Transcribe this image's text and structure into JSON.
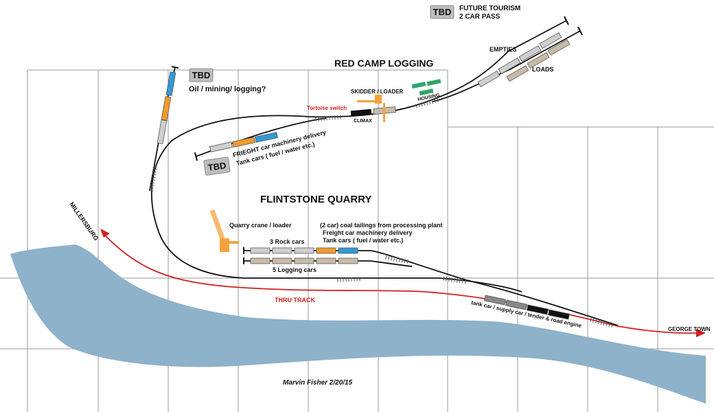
{
  "colors": {
    "track": "#111111",
    "thru_track": "#d21f1f",
    "water": "#8eb2c9",
    "grid": "#9a9a9a",
    "car_gray": "#cfcfcf",
    "car_tan": "#c8bca8",
    "car_blue": "#3399d6",
    "car_orange": "#f29a2e",
    "car_green": "#2fa66a",
    "crane_orange": "#f5a23c",
    "tbd_badge": "#bdbdbd"
  },
  "areas": {
    "red_camp": "RED CAMP LOGGING",
    "flintstone": "FLINTSTONE QUARRY"
  },
  "tbd_blocks": [
    {
      "badge": "TBD",
      "line1": "FUTURE TOURISM",
      "line2": "2 CAR PASS"
    },
    {
      "badge": "TBD",
      "line1": "Oil / mining/ logging?"
    },
    {
      "badge": "TBD",
      "line1": "FRIEGHT car machinery delivery",
      "line2": "Tank cars ( fuel / water etc.)"
    }
  ],
  "labels": {
    "empties": "EMPTIES",
    "loads": "LOADS",
    "skidder": "SKIDDER / LOADER",
    "climax": "CLIMAX",
    "housing": "HOUSING",
    "tortoise": "Tortoise switch",
    "quarry_crane": "Quarry  crane / loader",
    "coal_line1": "(2 car) coal tailings from processing plant",
    "coal_line2": "Freight car machinery delivery",
    "coal_line3": "Tank cars ( fuel / water etc.)",
    "rock_cars": "3 Rock cars",
    "logging_cars": "5 Logging cars",
    "thru_track": "THRU  TRACK",
    "tank_train": "tank car / supply car / tender & road engine",
    "millersburg": "MILLERSBURG",
    "george_town": "GEORGE TOWN",
    "signature": "Marvin Fisher  2/20/15"
  }
}
